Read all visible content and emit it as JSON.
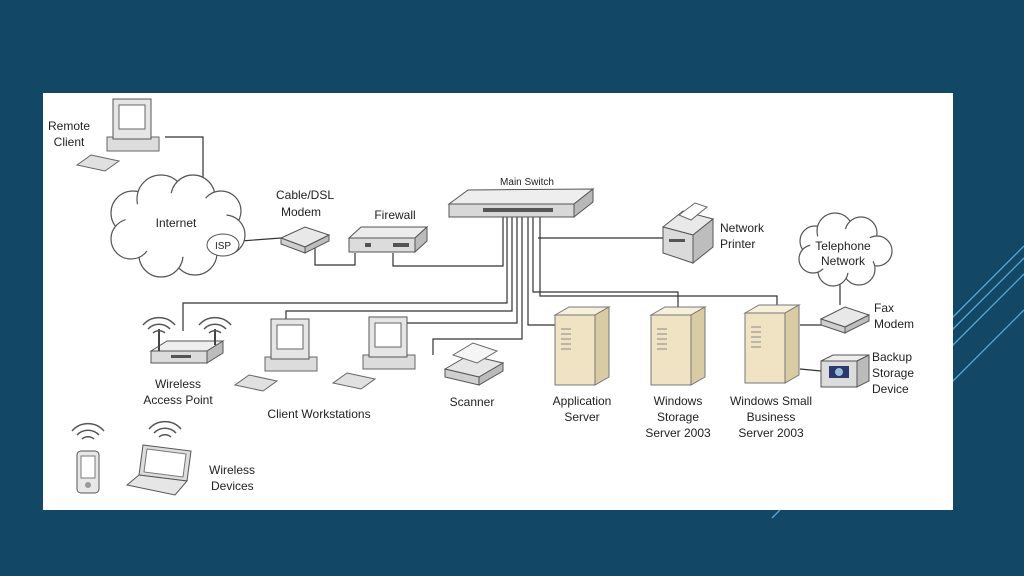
{
  "colors": {
    "slide_background": "#134766",
    "panel_background": "#ffffff",
    "accent_lines": "#5aa7d6",
    "server_cream": "#efe3c3"
  },
  "icons": [
    "computer-icon",
    "cloud-icon",
    "modem-icon",
    "firewall-icon",
    "switch-icon",
    "printer-icon",
    "access-point-icon",
    "scanner-icon",
    "server-icon",
    "fax-modem-icon",
    "backup-storage-icon",
    "pda-icon",
    "laptop-icon",
    "wifi-icon"
  ],
  "labels": {
    "remote_client": [
      "Remote",
      "Client"
    ],
    "internet": "Internet",
    "isp": "ISP",
    "cable_dsl_modem": [
      "Cable/DSL",
      "Modem"
    ],
    "firewall": "Firewall",
    "main_switch": "Main Switch",
    "network_printer": [
      "Network",
      "Printer"
    ],
    "telephone_network": [
      "Telephone",
      "Network"
    ],
    "fax_modem": [
      "Fax",
      "Modem"
    ],
    "backup_storage": [
      "Backup",
      "Storage",
      "Device"
    ],
    "wireless_access_point": [
      "Wireless",
      "Access Point"
    ],
    "client_workstations": "Client Workstations",
    "scanner": "Scanner",
    "application_server": [
      "Application",
      "Server"
    ],
    "windows_storage_server": [
      "Windows",
      "Storage",
      "Server 2003"
    ],
    "windows_sbs": [
      "Windows Small",
      "Business",
      "Server 2003"
    ],
    "wireless_devices": [
      "Wireless",
      "Devices"
    ]
  }
}
